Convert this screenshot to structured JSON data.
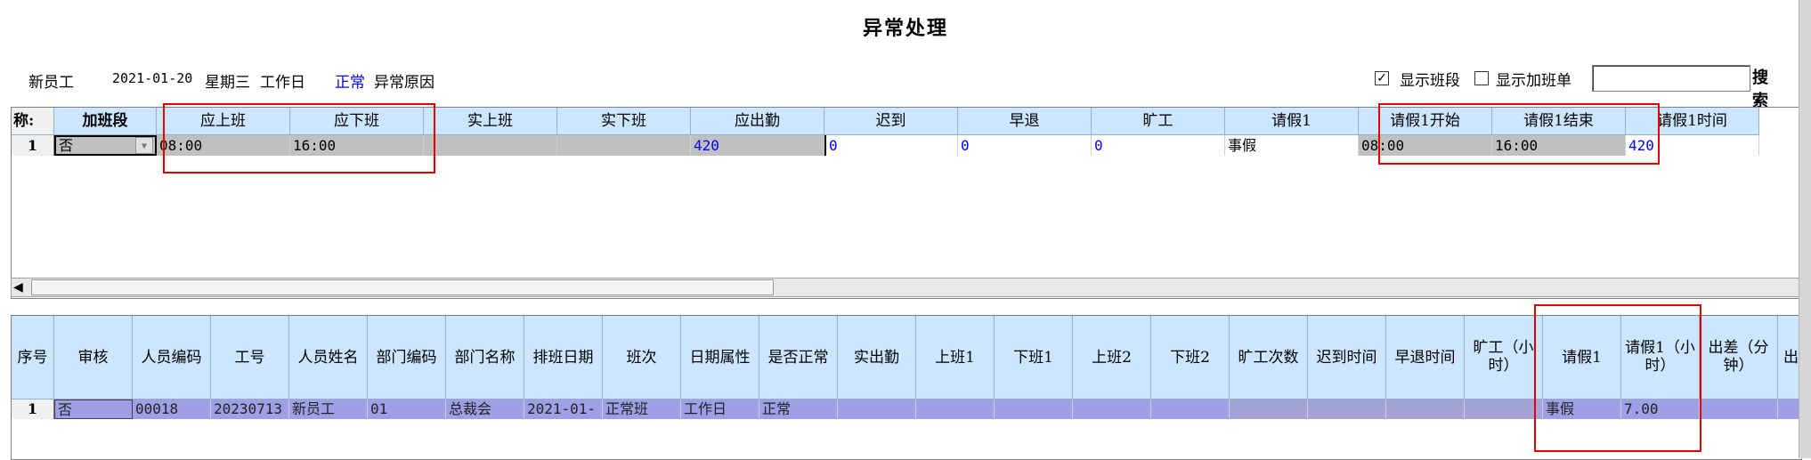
{
  "title": "异常处理",
  "info": {
    "employee": "新员工",
    "date": "2021-01-20",
    "weekday": "星期三",
    "day_type": "工作日",
    "status": "正常",
    "reason_label": "异常原因"
  },
  "options": {
    "show_shift": {
      "label": "显示班段",
      "checked": true
    },
    "show_overtime": {
      "label": "显示加班单",
      "checked": false
    },
    "search_value": "",
    "search_button": "搜 索"
  },
  "top_grid": {
    "corner": "称:",
    "headers": [
      "加班段",
      "应上班",
      "应下班",
      "实上班",
      "实下班",
      "应出勤",
      "迟到",
      "早退",
      "旷工",
      "请假1",
      "请假1开始",
      "请假1结束",
      "请假1时间"
    ],
    "row": {
      "num": "1",
      "cells": [
        "否",
        "08:00",
        "16:00",
        "",
        "",
        "420",
        "0",
        "0",
        "0",
        "事假",
        "08:00",
        "16:00",
        "420"
      ]
    }
  },
  "bottom_grid": {
    "headers": [
      "序号",
      "审核",
      "人员编码",
      "工号",
      "人员姓名",
      "部门编码",
      "部门名称",
      "排班日期",
      "班次",
      "日期属性",
      "是否正常",
      "实出勤",
      "上班1",
      "下班1",
      "上班2",
      "下班2",
      "旷工次数",
      "迟到时间",
      "早退时间",
      "旷工（小时）",
      "请假1",
      "请假1（小时）",
      "出差（分钟）",
      "出"
    ],
    "row": {
      "num": "1",
      "cells": [
        "否",
        "00018",
        "20230713",
        "新员工",
        "01",
        "总裁会",
        "2021-01-",
        "正常班",
        "工作日",
        "正常",
        "",
        "",
        "",
        "",
        "",
        "",
        "",
        "",
        "",
        "事假",
        "7.00",
        "",
        ""
      ]
    }
  },
  "colors": {
    "header_bg": "#cce6ff",
    "row_gray": "#c0c0c0",
    "row_purple": "#9f9fe8",
    "highlight": "#e00000"
  }
}
